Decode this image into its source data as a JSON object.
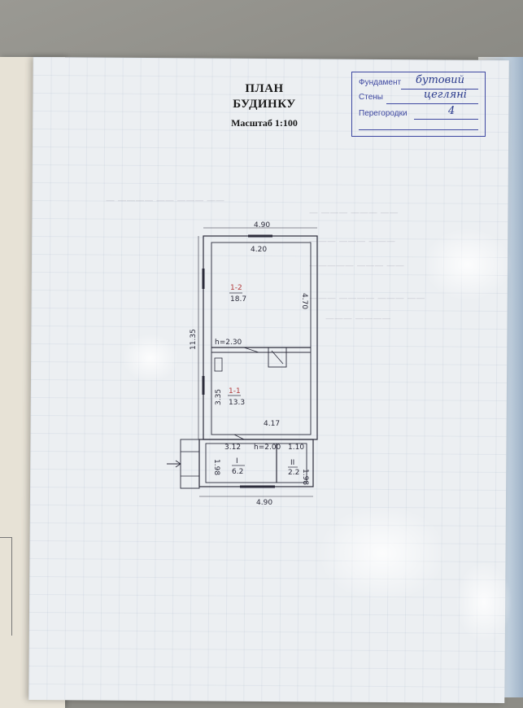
{
  "header": {
    "title_line1": "ПЛАН",
    "title_line2": "БУДИНКУ",
    "scale": "Масштаб 1:100"
  },
  "stamp": {
    "foundation_label": "Фундамент",
    "foundation_value": "бутовий",
    "walls_label": "Стены",
    "walls_value": "цегляні",
    "partitions_label": "Перегородки",
    "partitions_value": "4"
  },
  "plan": {
    "top_outer_width": "4.90",
    "top_inner_width": "4.20",
    "room_1_2_name": "1-2",
    "room_1_2_area": "18.7",
    "room_1_2_depth": "4.70",
    "overall_length": "11.35",
    "height_mark_1": "h=2.30",
    "room_1_1_name": "1-1",
    "room_1_1_area": "13.3",
    "room_1_1_depth": "3.35",
    "room_1_1_width": "4.17",
    "room_I_width": "3.12",
    "height_mark_2": "h=2.00",
    "room_II_width": "1.10",
    "room_I_depth": "1.98",
    "room_I_name": "I",
    "room_I_area": "6.2",
    "room_II_name": "II",
    "room_II_area": "2.2",
    "room_II_depth": "1.98",
    "bottom_outer_width": "4.90"
  },
  "colors": {
    "ink": "#2b2b3a",
    "stamp_ink": "#3d47a0",
    "red_ink": "#b23a3a"
  }
}
